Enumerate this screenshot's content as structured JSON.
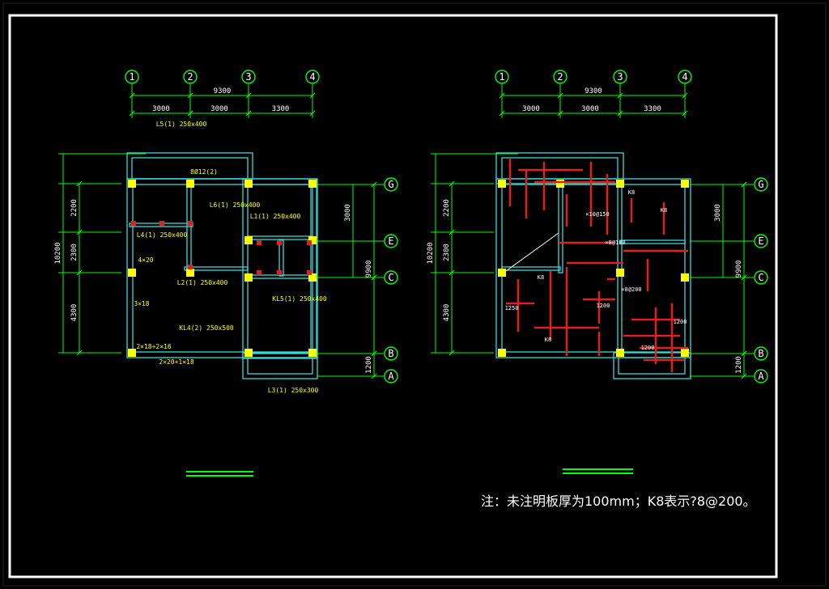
{
  "colors": {
    "background": "#000000",
    "frame": "#ffffff",
    "grid": "#00ff00",
    "wall": "#37d9d9",
    "column": "#ffff00",
    "beam_label": "#ffff00",
    "rebar": "#e02020",
    "dim_text": "#ffffff",
    "note": "#ffffff"
  },
  "plans": [
    {
      "id": "beam-plan",
      "axes_top": [
        "1",
        "2",
        "3",
        "4"
      ],
      "total_width": "9300",
      "spans": [
        "3000",
        "3000",
        "3300"
      ],
      "left_dims": [
        "2200",
        "2300",
        "4300"
      ],
      "left_total": "10200",
      "axes_right": [
        "G",
        "E",
        "C",
        "B",
        "A"
      ],
      "right_dims": [
        "3000",
        "9900",
        "1200"
      ],
      "labels": [
        "L5(1) 250x400",
        "8Ø12(2)",
        "L6(1) 250x400",
        "L1(1) 250x400",
        "L4(1) 250x400",
        "L2(1) 250x400",
        "KL5(1) 250x400",
        "KL4(2) 250x500",
        "L3(1) 250x300",
        "2×18+2×16",
        "2×20+1×18",
        "4×20",
        "3×18"
      ]
    },
    {
      "id": "slab-plan",
      "axes_top": [
        "1",
        "2",
        "3",
        "4"
      ],
      "total_width": "9300",
      "spans": [
        "3000",
        "3000",
        "3300"
      ],
      "left_dims": [
        "2200",
        "2300",
        "4300"
      ],
      "left_total": "10200",
      "axes_right": [
        "G",
        "E",
        "C",
        "B",
        "A"
      ],
      "right_dims": [
        "3000",
        "9900",
        "1200"
      ],
      "labels": [
        "K8",
        "K8",
        "K8",
        "K8",
        "×10@150",
        "×8@180",
        "×8@200",
        "1250",
        "1200",
        "1200",
        "1200"
      ]
    }
  ],
  "note": "注：未注明板厚为100mm；K8表示?8@200。"
}
